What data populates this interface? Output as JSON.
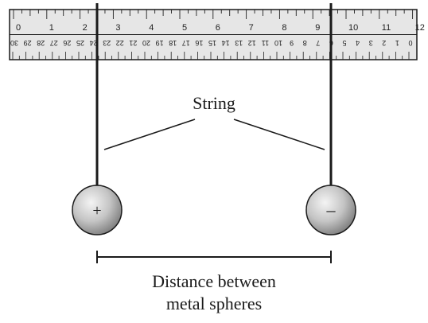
{
  "ruler": {
    "top_scale_labels": [
      "0",
      "1",
      "2",
      "3",
      "4",
      "5",
      "6",
      "7",
      "8",
      "9",
      "10",
      "11",
      "12"
    ],
    "bottom_scale_labels": [
      "30",
      "29",
      "28",
      "27",
      "26",
      "25",
      "24",
      "23",
      "22",
      "21",
      "20",
      "19",
      "18",
      "17",
      "16",
      "15",
      "14",
      "13",
      "12",
      "11",
      "10",
      "9",
      "8",
      "7",
      "6",
      "5",
      "4",
      "3",
      "2",
      "1",
      "0"
    ]
  },
  "labels": {
    "string": "String",
    "distance_line1": "Distance between",
    "distance_line2": "metal spheres"
  },
  "spheres": {
    "left_symbol": "+",
    "right_symbol": "–"
  },
  "colors": {
    "ruler_fill": "#e6e6e6",
    "sphere_light": "#f2f2f2",
    "sphere_dark": "#8a8a8a",
    "line": "#1a1a1a"
  }
}
